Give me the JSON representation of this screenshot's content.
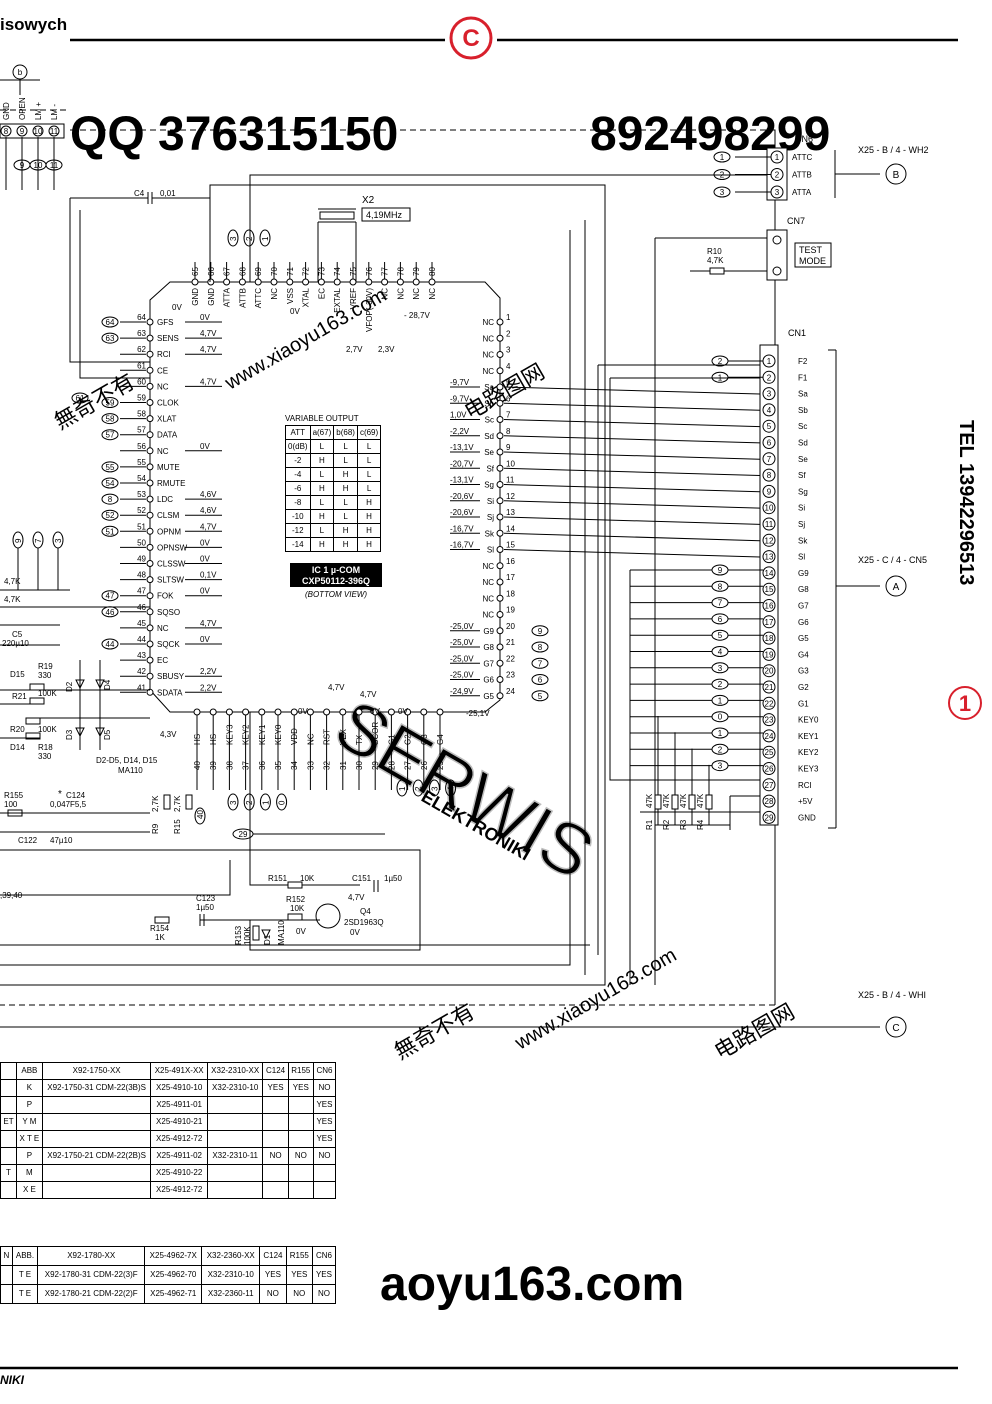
{
  "header": {
    "title": "isowych",
    "badge": "C"
  },
  "footer": {
    "brand": "NIKI"
  },
  "side_badge": "1",
  "watermarks": [
    "QQ 376315150",
    "892498299",
    "TEL 13942296513",
    "無奇不有",
    "电路图网",
    "www.xiaoyu163.com",
    "aoyu163.com",
    "SERWIS",
    "ELEKTRONIKI"
  ],
  "ic": {
    "title": "IC 1 µ-COM",
    "part": "CXP50112-396Q",
    "view": "(BOTTOM VIEW)"
  },
  "crystal": {
    "ref": "X2",
    "freq": "4,19MHz"
  },
  "cap_c4": {
    "ref": "C4",
    "val": "0,01"
  },
  "connectors": {
    "cn6": {
      "ref": "CN6",
      "star": "*",
      "pins": [
        "ATTC",
        "ATTB",
        "ATTA"
      ],
      "route": "X25 - B / 4 - WH2",
      "node": "B"
    },
    "cn7": {
      "ref": "CN7",
      "label1": "TEST",
      "label2": "MODE"
    },
    "cn1": {
      "ref": "CN1",
      "pins": [
        "F2",
        "F1",
        "Sa",
        "Sb",
        "Sc",
        "Sd",
        "Se",
        "Sf",
        "Sg",
        "Si",
        "Sj",
        "Sk",
        "Sl",
        "G9",
        "G8",
        "G7",
        "G6",
        "G5",
        "G4",
        "G3",
        "G2",
        "G1",
        "KEY0",
        "KEY1",
        "KEY2",
        "KEY3",
        "RCI",
        "+5V",
        "GND"
      ],
      "route": "X25 - C / 4 - CN5",
      "node": "A"
    },
    "whi": {
      "route": "X25 - B / 4 - WHI",
      "node": "C"
    }
  },
  "top_left_pins": {
    "labels": [
      "GND",
      "OPEN",
      "LM +",
      "LM -"
    ],
    "nums": [
      "8",
      "9",
      "10",
      "11"
    ],
    "node": "b"
  },
  "r10": {
    "ref": "R10",
    "val": "4,7K"
  },
  "variable_output": {
    "title": "VARIABLE OUTPUT",
    "headers": [
      "ATT",
      "a(67)",
      "b(68)",
      "c(69)"
    ],
    "rows": [
      [
        "0(dB)",
        "L",
        "L",
        "L"
      ],
      [
        "-2",
        "H",
        "L",
        "L"
      ],
      [
        "-4",
        "L",
        "H",
        "L"
      ],
      [
        "-6",
        "H",
        "H",
        "L"
      ],
      [
        "-8",
        "L",
        "L",
        "H"
      ],
      [
        "-10",
        "H",
        "L",
        "H"
      ],
      [
        "-12",
        "L",
        "H",
        "H"
      ],
      [
        "-14",
        "H",
        "H",
        "H"
      ]
    ]
  },
  "left_pins": [
    {
      "n": "64",
      "name": "GFS",
      "v": "0V",
      "ext": "64"
    },
    {
      "n": "63",
      "name": "SENS",
      "v": "4,7V",
      "ext": "63"
    },
    {
      "n": "62",
      "name": "RCI",
      "v": "4,7V",
      "ext": ""
    },
    {
      "n": "61",
      "name": "CE",
      "v": "",
      "ext": ""
    },
    {
      "n": "60",
      "name": "NC",
      "v": "4,7V",
      "ext": ""
    },
    {
      "n": "59",
      "name": "CLOK",
      "v": "",
      "ext": "59"
    },
    {
      "n": "58",
      "name": "XLAT",
      "v": "",
      "ext": "58"
    },
    {
      "n": "57",
      "name": "DATA",
      "v": "",
      "ext": "57"
    },
    {
      "n": "56",
      "name": "NC",
      "v": "0V",
      "ext": ""
    },
    {
      "n": "55",
      "name": "MUTE",
      "v": "",
      "ext": "55"
    },
    {
      "n": "54",
      "name": "RMUTE",
      "v": "",
      "ext": "54"
    },
    {
      "n": "53",
      "name": "LDC",
      "v": "4,6V",
      "ext": "8"
    },
    {
      "n": "52",
      "name": "CLSM",
      "v": "4,6V",
      "ext": "52"
    },
    {
      "n": "51",
      "name": "OPNM",
      "v": "4,7V",
      "ext": "51"
    },
    {
      "n": "50",
      "name": "OPNSW",
      "v": "0V",
      "ext": ""
    },
    {
      "n": "49",
      "name": "CLSSW",
      "v": "0V",
      "ext": ""
    },
    {
      "n": "48",
      "name": "SLTSW",
      "v": "0,1V",
      "ext": ""
    },
    {
      "n": "47",
      "name": "FOK",
      "v": "0V",
      "ext": "47"
    },
    {
      "n": "46",
      "name": "SQSO",
      "v": "",
      "ext": "46"
    },
    {
      "n": "45",
      "name": "NC",
      "v": "4,7V",
      "ext": ""
    },
    {
      "n": "44",
      "name": "SQCK",
      "v": "0V",
      "ext": "44"
    },
    {
      "n": "43",
      "name": "EC",
      "v": "",
      "ext": ""
    },
    {
      "n": "42",
      "name": "SBUSY",
      "v": "2,2V",
      "ext": ""
    },
    {
      "n": "41",
      "name": "SDATA",
      "v": "2,2V",
      "ext": ""
    }
  ],
  "ext_61": "61",
  "right_pins": [
    {
      "n": "1",
      "name": "NC",
      "v": ""
    },
    {
      "n": "2",
      "name": "NC",
      "v": ""
    },
    {
      "n": "3",
      "name": "NC",
      "v": ""
    },
    {
      "n": "4",
      "name": "NC",
      "v": ""
    },
    {
      "n": "5",
      "name": "Sa",
      "v": "-9,7V"
    },
    {
      "n": "6",
      "name": "Sb",
      "v": "-9,7V"
    },
    {
      "n": "7",
      "name": "Sc",
      "v": "1,0V"
    },
    {
      "n": "8",
      "name": "Sd",
      "v": "-2,2V"
    },
    {
      "n": "9",
      "name": "Se",
      "v": "-13,1V"
    },
    {
      "n": "10",
      "name": "Sf",
      "v": "-20,7V"
    },
    {
      "n": "11",
      "name": "Sg",
      "v": "-13,1V"
    },
    {
      "n": "12",
      "name": "Si",
      "v": "-20,6V"
    },
    {
      "n": "13",
      "name": "Sj",
      "v": "-20,6V"
    },
    {
      "n": "14",
      "name": "Sk",
      "v": "-16,7V"
    },
    {
      "n": "15",
      "name": "Sl",
      "v": "-16,7V"
    },
    {
      "n": "16",
      "name": "NC",
      "v": ""
    },
    {
      "n": "17",
      "name": "NC",
      "v": ""
    },
    {
      "n": "18",
      "name": "NC",
      "v": ""
    },
    {
      "n": "19",
      "name": "NC",
      "v": ""
    },
    {
      "n": "20",
      "name": "G9",
      "v": "-25,0V",
      "ext": "9"
    },
    {
      "n": "21",
      "name": "G8",
      "v": "-25,0V",
      "ext": "8"
    },
    {
      "n": "22",
      "name": "G7",
      "v": "-25,0V",
      "ext": "7"
    },
    {
      "n": "23",
      "name": "G6",
      "v": "-25,0V",
      "ext": "6"
    },
    {
      "n": "24",
      "name": "G5",
      "v": "-24,9V",
      "ext": "5"
    }
  ],
  "right_extra_v": "-25,1V",
  "top_pins": [
    {
      "n": "65",
      "name": "GND"
    },
    {
      "n": "66",
      "name": "GND"
    },
    {
      "n": "67",
      "name": "ATTA"
    },
    {
      "n": "68",
      "name": "ATTB"
    },
    {
      "n": "69",
      "name": "ATTC"
    },
    {
      "n": "70",
      "name": "NC"
    },
    {
      "n": "71",
      "name": "VSS"
    },
    {
      "n": "72",
      "name": "XTAL"
    },
    {
      "n": "73",
      "name": "EC"
    },
    {
      "n": "74",
      "name": "EXTAL"
    },
    {
      "n": "75",
      "name": "VREF"
    },
    {
      "n": "76",
      "name": "VFOP(-30V)"
    },
    {
      "n": "77",
      "name": "NC"
    },
    {
      "n": "78",
      "name": "NC"
    },
    {
      "n": "79",
      "name": "NC"
    },
    {
      "n": "80",
      "name": "NC"
    }
  ],
  "top_volts": {
    "v0a": "0V",
    "v0b": "0V",
    "v27": "2,7V",
    "v23": "2,3V",
    "v287": "- 28,7V"
  },
  "top_ext": [
    "3",
    "2",
    "1"
  ],
  "bottom_pins": [
    {
      "n": "40",
      "name": "HS"
    },
    {
      "n": "39",
      "name": "HS"
    },
    {
      "n": "38",
      "name": "KEY3"
    },
    {
      "n": "37",
      "name": "KEY2"
    },
    {
      "n": "36",
      "name": "KEY1"
    },
    {
      "n": "35",
      "name": "KEY0"
    },
    {
      "n": "34",
      "name": "VDD"
    },
    {
      "n": "33",
      "name": "NC"
    },
    {
      "n": "32",
      "name": "RST"
    },
    {
      "n": "31",
      "name": "VEX"
    },
    {
      "n": "30",
      "name": "TX"
    },
    {
      "n": "29",
      "name": "SCOR"
    },
    {
      "n": "28",
      "name": "G1"
    },
    {
      "n": "27",
      "name": "G2"
    },
    {
      "n": "26",
      "name": "G3"
    },
    {
      "n": "25",
      "name": "G4"
    }
  ],
  "bottom_volts": {
    "v43": "4,3V",
    "v0a": "0V",
    "v47a": "4,7V",
    "v47b": "4,7V",
    "v0b": "0V",
    "v0c": "0V"
  },
  "bottom_ext_keys": [
    "3",
    "2",
    "1",
    "0"
  ],
  "bottom_ext_g": [
    "1",
    "2",
    "3",
    "4"
  ],
  "cn1_left_ext": [
    "2",
    "1",
    "9",
    "8",
    "7",
    "6",
    "5",
    "4",
    "3",
    "2",
    "1",
    "0",
    "1",
    "2",
    "3"
  ],
  "components": {
    "r9": {
      "ref": "R9",
      "val": "2,7K"
    },
    "r15": {
      "ref": "R15",
      "val": "2,7K"
    },
    "n29": "29",
    "r151": {
      "ref": "R151",
      "val": "10K"
    },
    "c151": {
      "ref": "C151",
      "val": "1µ50"
    },
    "r152": {
      "ref": "R152",
      "val": "10K"
    },
    "q4": {
      "ref": "Q4",
      "val": "2SD1963Q"
    },
    "q4v1": "4,7V",
    "q4v2": "0V",
    "q4v3": "0V",
    "c123": {
      "ref": "C123",
      "val": "1µ50"
    },
    "r154": {
      "ref": "R154",
      "val": "1K"
    },
    "r153": {
      "ref": "R153",
      "val": "100K"
    },
    "d1": {
      "ref": "D1",
      "val": "MA110"
    },
    "pull": [
      {
        "ref": "R1",
        "val": "47K"
      },
      {
        "ref": "R2",
        "val": "47K"
      },
      {
        "ref": "R3",
        "val": "47K"
      },
      {
        "ref": "R4",
        "val": "47K"
      }
    ],
    "d2d5": "D2-D5, D14, D15",
    "ma110": "MA110",
    "r19": {
      "ref": "R19",
      "val": "330"
    },
    "r21": {
      "ref": "R21",
      "val": "100K"
    },
    "d15": "D15",
    "r20": {
      "ref": "R20",
      "val": "100K"
    },
    "r18": {
      "ref": "R18",
      "val": "330"
    },
    "d14": "D14",
    "d2": "D2",
    "d3": "D3",
    "d4": "D4",
    "d5": "D5",
    "c5": {
      "ref": "C5",
      "val": "220µ10"
    },
    "r_47a": "4,7K",
    "r_47b": "4,7K",
    "r155": {
      "ref": "R155",
      "val": "100"
    },
    "c124": {
      "ref": "C124",
      "val": "0,047F5,5",
      "star": "*"
    },
    "c122": {
      "ref": "C122",
      "val": "47µ10"
    },
    "net3940": ",39,40",
    "left_ext": [
      "9",
      "7",
      "3"
    ]
  },
  "table1": {
    "header": [
      "",
      "ABB",
      "X92-1750-XX",
      "X25-491X-XX",
      "X32-2310-XX",
      "C124",
      "R155",
      "CN6"
    ],
    "rows": [
      [
        "",
        "K",
        "X92-1750-31 CDM-22(3B)S",
        "X25-4910-10",
        "X32-2310-10",
        "YES",
        "YES",
        "NO"
      ],
      [
        "",
        "P",
        "",
        "X25-4911-01",
        "",
        "",
        "",
        "YES"
      ],
      [
        "ET",
        "Y M",
        "",
        "X25-4910-21",
        "",
        "",
        "",
        "YES"
      ],
      [
        "",
        "X T E",
        "",
        "X25-4912-72",
        "",
        "",
        "",
        "YES"
      ],
      [
        "",
        "P",
        "X92-1750-21 CDM-22(2B)S",
        "X25-4911-02",
        "X32-2310-11",
        "NO",
        "NO",
        "NO"
      ],
      [
        "T",
        "M",
        "",
        "X25-4910-22",
        "",
        "",
        "",
        ""
      ],
      [
        "",
        "X E",
        "",
        "X25-4912-72",
        "",
        "",
        "",
        ""
      ]
    ]
  },
  "table2": {
    "header": [
      "N",
      "ABB.",
      "X92-1780-XX",
      "X25-4962-7X",
      "X32-2360-XX",
      "C124",
      "R155",
      "CN6"
    ],
    "rows": [
      [
        "",
        "T E",
        "X92-1780-31 CDM-22(3)F",
        "X25-4962-70",
        "X32-2310-10",
        "YES",
        "YES",
        "YES"
      ],
      [
        "",
        "T E",
        "X92-1780-21 CDM-22(2)F",
        "X25-4962-71",
        "X32-2360-11",
        "NO",
        "NO",
        "NO"
      ]
    ]
  }
}
